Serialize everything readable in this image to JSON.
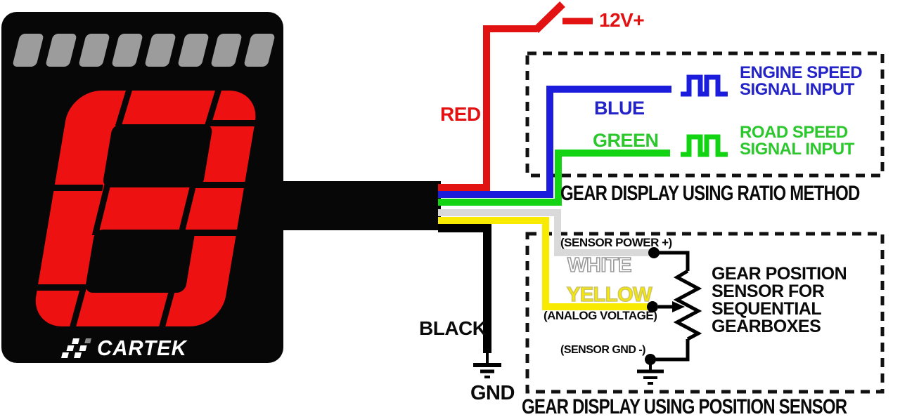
{
  "device": {
    "brand": "CARTEK",
    "display_digit": "8",
    "shift_light_count": 8
  },
  "colors": {
    "red_wire": "#e31212",
    "blue_wire": "#1c1cdc",
    "green_wire": "#12d412",
    "yellow_wire": "#f8ea00",
    "white_wire": "#d9d9d9",
    "black_wire": "#000000",
    "display_red": "#ee1111",
    "shift_light_gray": "#9c9c9c"
  },
  "labels": {
    "power": "12V+",
    "red": "RED",
    "blue": "BLUE",
    "green": "GREEN",
    "white": "WHITE",
    "yellow": "YELLOW",
    "black": "BLACK",
    "gnd": "GND"
  },
  "ratio_box": {
    "title": "GEAR DISPLAY USING RATIO METHOD",
    "engine_speed": {
      "line1": "ENGINE SPEED",
      "line2": "SIGNAL INPUT"
    },
    "road_speed": {
      "line1": "ROAD SPEED",
      "line2": "SIGNAL INPUT"
    }
  },
  "position_box": {
    "title": "GEAR DISPLAY USING POSITION SENSOR",
    "sensor_power": "(SENSOR POWER +)",
    "analog_voltage": "(ANALOG VOLTAGE)",
    "sensor_gnd": "(SENSOR GND -)",
    "sensor_desc": {
      "line1": "GEAR POSITION",
      "line2": "SENSOR FOR",
      "line3": "SEQUENTIAL",
      "line4": "GEARBOXES"
    }
  }
}
